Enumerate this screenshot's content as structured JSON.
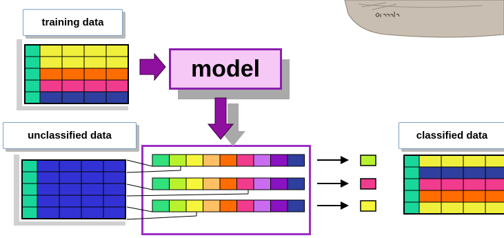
{
  "labels": {
    "training": "training data",
    "model": "model",
    "unclassified": "unclassified data",
    "classified": "classified data",
    "author_signature": "piccolo"
  },
  "colors": {
    "row_accent": "#19d79b",
    "yellow": "#f0f03c",
    "orange": "#ff6d00",
    "pink": "#f13b8d",
    "navy": "#2f3f9f",
    "blue": "#3232d4",
    "purple_arrow": "#8f0f9f",
    "frame_purple": "#9b2fc4",
    "model_fill": "#f6c8f6",
    "feature_colors": [
      "#33e07e",
      "#b8f22e",
      "#f5f53c",
      "#ffc064",
      "#ff6d00",
      "#f13b8d",
      "#c96cf0",
      "#8a12c2",
      "#2f3f9f"
    ]
  },
  "training_rows": [
    "yellow",
    "yellow",
    "orange",
    "pink",
    "navy"
  ],
  "unclassified_row_count": 5,
  "classified_rows": [
    "yellow",
    "navy",
    "pink",
    "orange",
    "yellow"
  ],
  "outputs": [
    "#b8f22e",
    "#f13b8d",
    "#f5f53c"
  ]
}
